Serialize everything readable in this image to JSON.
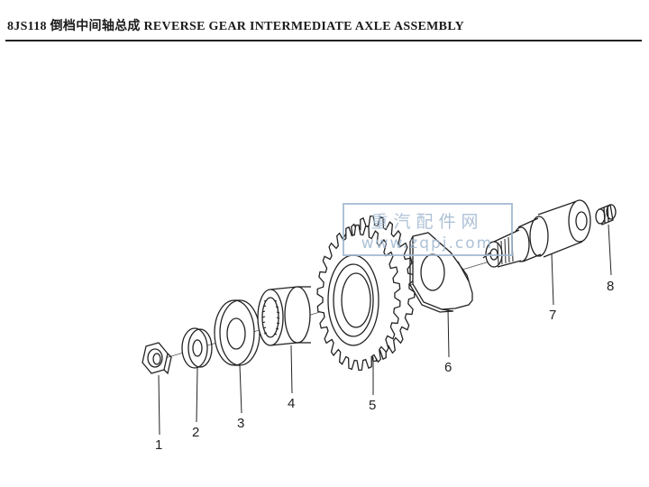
{
  "title": "8JS118 倒档中间轴总成 REVERSE GEAR INTERMEDIATE AXLE ASSEMBLY",
  "watermark": {
    "line1": "重汽配件网",
    "line2": "www.zqpj.com",
    "color": "#9fb7cf"
  },
  "parts": [
    {
      "number": "1",
      "item": "nut"
    },
    {
      "number": "2",
      "item": "washer"
    },
    {
      "number": "3",
      "item": "thrust-washer"
    },
    {
      "number": "4",
      "item": "needle-bearing"
    },
    {
      "number": "5",
      "item": "reverse-gear"
    },
    {
      "number": "6",
      "item": "thrust-plate"
    },
    {
      "number": "7",
      "item": "intermediate-axle"
    },
    {
      "number": "8",
      "item": "plug"
    }
  ]
}
